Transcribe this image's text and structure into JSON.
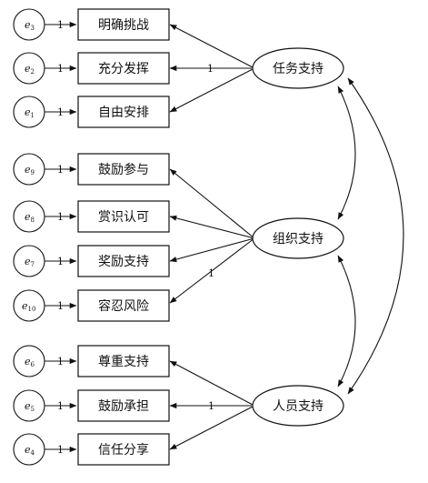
{
  "diagram": {
    "type": "structural-equation-model",
    "latent_factors": [
      {
        "id": "task",
        "label": "任务支持"
      },
      {
        "id": "org",
        "label": "组织支持"
      },
      {
        "id": "people",
        "label": "人员支持"
      }
    ],
    "indicators": [
      {
        "label": "明确挑战",
        "error": "e",
        "error_sub": "3",
        "error_path": "1",
        "factor": "task",
        "loading": ""
      },
      {
        "label": "充分发挥",
        "error": "e",
        "error_sub": "2",
        "error_path": "1",
        "factor": "task",
        "loading": "1"
      },
      {
        "label": "自由安排",
        "error": "e",
        "error_sub": "1",
        "error_path": "1",
        "factor": "task",
        "loading": ""
      },
      {
        "label": "鼓励参与",
        "error": "e",
        "error_sub": "9",
        "error_path": "1",
        "factor": "org",
        "loading": ""
      },
      {
        "label": "赏识认可",
        "error": "e",
        "error_sub": "8",
        "error_path": "1",
        "factor": "org",
        "loading": ""
      },
      {
        "label": "奖励支持",
        "error": "e",
        "error_sub": "7",
        "error_path": "1",
        "factor": "org",
        "loading": ""
      },
      {
        "label": "容忍风险",
        "error": "e",
        "error_sub": "10",
        "error_path": "1",
        "factor": "org",
        "loading": "1"
      },
      {
        "label": "尊重支持",
        "error": "e",
        "error_sub": "6",
        "error_path": "1",
        "factor": "people",
        "loading": ""
      },
      {
        "label": "鼓励承担",
        "error": "e",
        "error_sub": "5",
        "error_path": "1",
        "factor": "people",
        "loading": "1"
      },
      {
        "label": "信任分享",
        "error": "e",
        "error_sub": "4",
        "error_path": "1",
        "factor": "people",
        "loading": ""
      }
    ],
    "covariances": [
      {
        "from": "task",
        "to": "org"
      },
      {
        "from": "org",
        "to": "people"
      },
      {
        "from": "task",
        "to": "people"
      }
    ]
  }
}
